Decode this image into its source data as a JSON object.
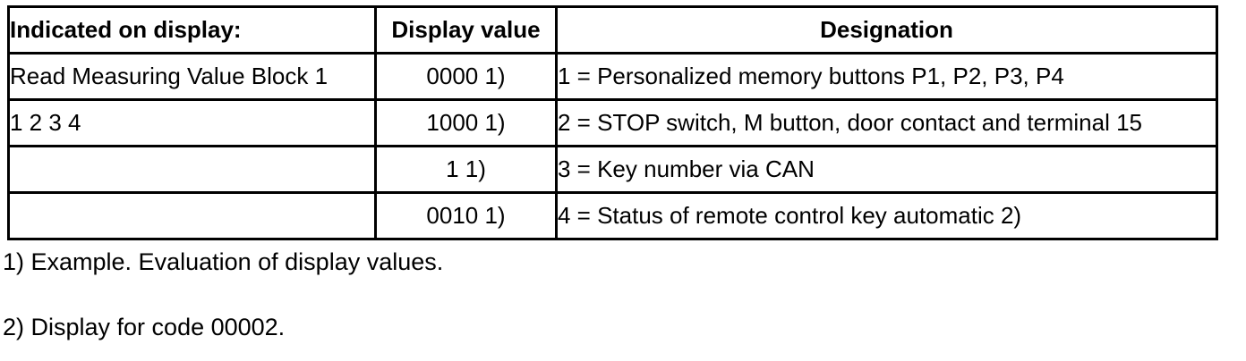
{
  "table": {
    "headers": [
      "Indicated on display:",
      "Display value",
      "Designation"
    ],
    "rows": [
      [
        "Read Measuring Value Block 1",
        "0000 1)",
        "1 = Personalized memory buttons P1, P2, P3, P4"
      ],
      [
        "1 2 3 4",
        "1000 1)",
        "2 = STOP switch, M button, door contact and terminal 15"
      ],
      [
        "",
        "1 1)",
        "3 = Key number via CAN"
      ],
      [
        "",
        "0010 1)",
        "4 = Status of remote control key automatic 2)"
      ]
    ]
  },
  "footnotes": [
    "1) Example. Evaluation of display values.",
    "2) Display for code 00002."
  ],
  "colors": {
    "border": "#000000",
    "text": "#000000",
    "background": "#ffffff"
  }
}
